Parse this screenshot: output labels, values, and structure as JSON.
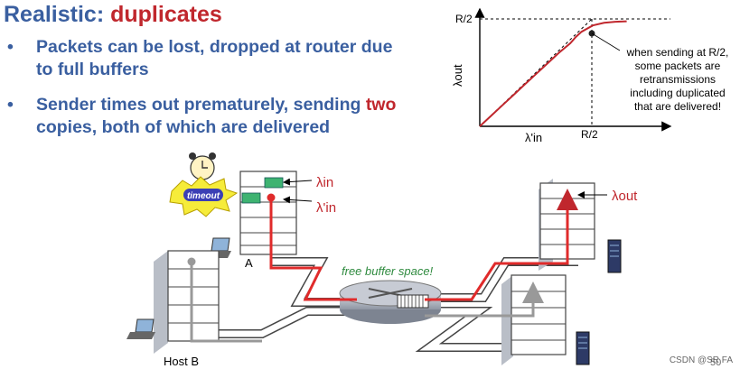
{
  "slide": {
    "title_prefix": "Realistic: ",
    "title_emph": "duplicates",
    "bullets": [
      {
        "text": "Packets can be lost, dropped at router due to full buffers"
      },
      {
        "text_emph": "two",
        "text_before": "Sender times out prematurely, sending ",
        "text_after": " copies, both of which are delivered"
      }
    ],
    "bullet_symbol": "•"
  },
  "chart_data": {
    "type": "line",
    "title": "",
    "xlabel": "λ'in",
    "ylabel": "λout",
    "x_ticks": [
      "R/2"
    ],
    "y_ticks": [
      "R/2"
    ],
    "annotation": "when sending at R/2, some packets are retransmissions including duplicated that are delivered!",
    "annotation_lines": [
      "when sending at R/2,",
      "some packets are",
      "retransmissions",
      "including duplicated",
      "that are delivered!"
    ],
    "series": [
      {
        "x": [
          0,
          0.1,
          0.2,
          0.3,
          0.4,
          0.5,
          0.6,
          0.7,
          0.8,
          0.85,
          0.9,
          1.0,
          1.1,
          1.2,
          1.3
        ],
        "y": [
          0,
          0.1,
          0.2,
          0.3,
          0.4,
          0.5,
          0.6,
          0.7,
          0.79,
          0.85,
          0.9,
          0.96,
          0.985,
          0.995,
          1.0
        ]
      }
    ],
    "xlim": [
      0,
      1.4
    ],
    "ylim": [
      0,
      1.15
    ],
    "line_color": "#c0272d"
  },
  "diagram": {
    "timeout_label": "timeout",
    "lambda_in": "λin",
    "lambda_in_prime": "λ'in",
    "lambda_out": "λout",
    "host_a": "A",
    "host_b": "Host B",
    "router_caption": "free buffer space!"
  },
  "footer": {
    "watermark": "CSDN @SR FA",
    "page": "50"
  },
  "colors": {
    "blue": "#3a5fa0",
    "red": "#c0272d",
    "green": "#2e9a5e"
  }
}
